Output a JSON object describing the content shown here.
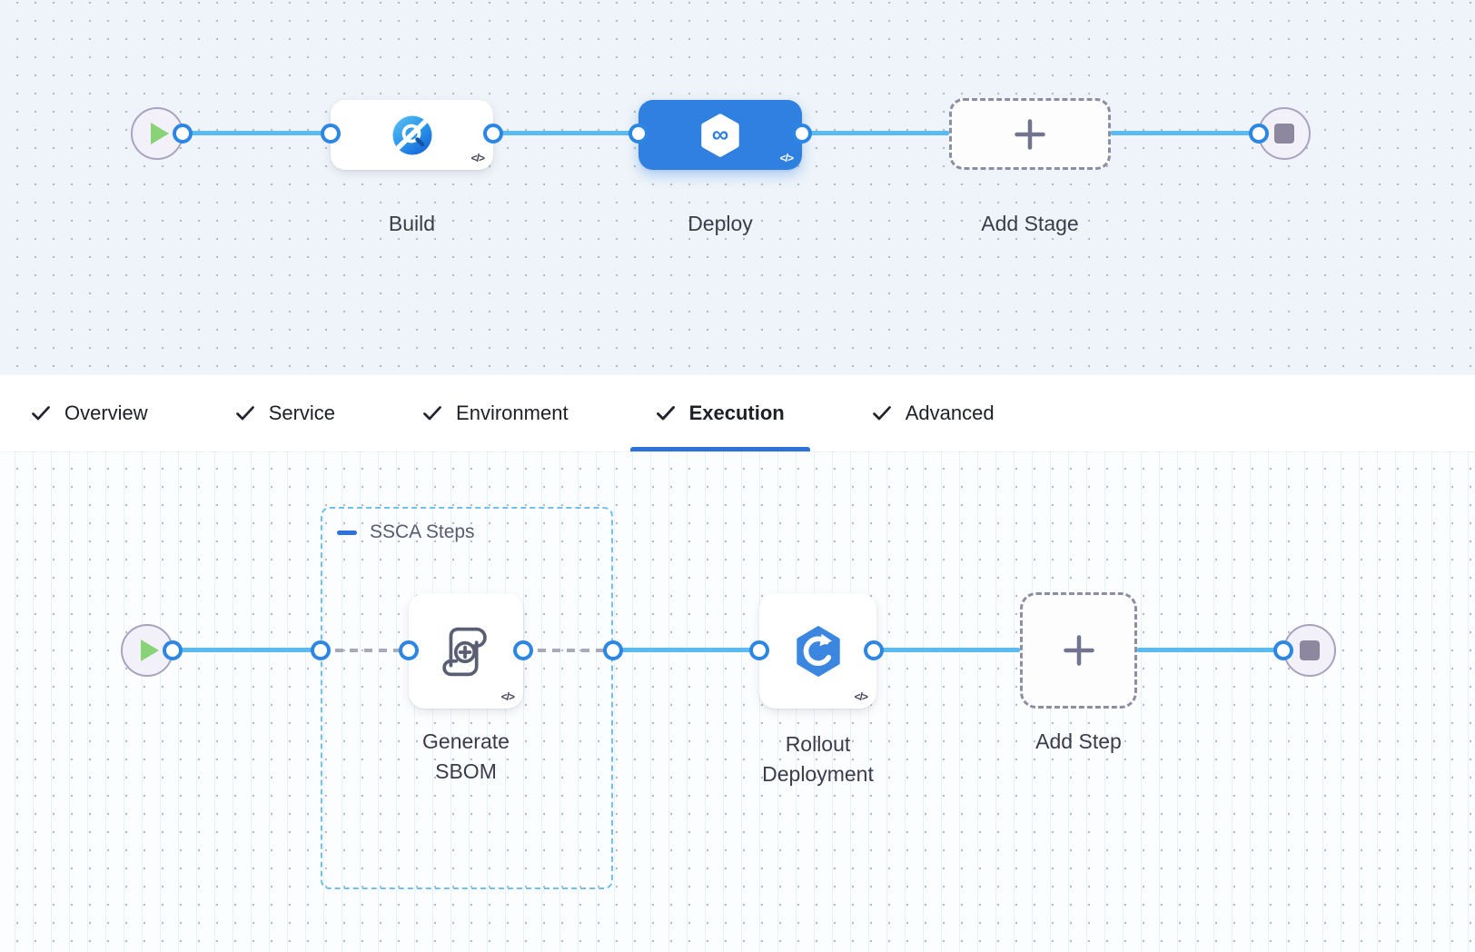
{
  "stage_flow": {
    "nodes": {
      "build": {
        "label": "Build",
        "code": "</>"
      },
      "deploy": {
        "label": "Deploy",
        "code": "</>"
      },
      "add_stage": {
        "label": "Add Stage"
      }
    }
  },
  "tabs": {
    "items": [
      {
        "label": "Overview"
      },
      {
        "label": "Service"
      },
      {
        "label": "Environment"
      },
      {
        "label": "Execution"
      },
      {
        "label": "Advanced"
      }
    ],
    "active": "Execution"
  },
  "execution_flow": {
    "group": {
      "label": "SSCA Steps"
    },
    "steps": {
      "generate_sbom": {
        "label": "Generate SBOM",
        "code": "</>"
      },
      "rollout": {
        "label": "Rollout Deployment",
        "code": "</>"
      },
      "add_step": {
        "label": "Add Step"
      }
    }
  },
  "colors": {
    "selected_stage_blue": "#2f80e1",
    "connector_blue": "#59bbf1",
    "port_ring_blue": "#2c86e3",
    "tab_underline_blue": "#2e71d8",
    "group_border_blue": "#6fc2f0",
    "dashed_connector_gray": "#a7aab8",
    "play_green": "#88d377"
  }
}
